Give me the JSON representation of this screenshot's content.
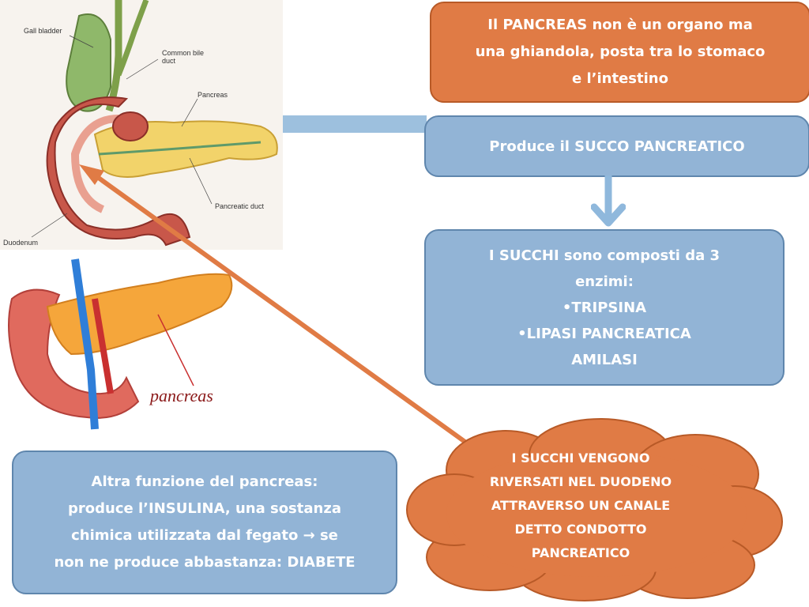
{
  "top_box": {
    "lines": [
      "Il PANCREAS non è un organo ma",
      "una ghiandola, posta tra lo stomaco",
      "e l’intestino"
    ]
  },
  "second_box": {
    "text": "Produce il SUCCO PANCREATICO"
  },
  "enzymes_box": {
    "lines": [
      "I SUCCHI sono composti da 3",
      "enzimi:",
      "•TRIPSINA",
      "•LIPASI PANCREATICA",
      "AMILASI"
    ]
  },
  "cloud": {
    "lines": [
      "I SUCCHI VENGONO",
      "RIVERSATI NEL DUODENO",
      "ATTRAVERSO UN CANALE",
      "DETTO CONDOTTO",
      "PANCREATICO"
    ]
  },
  "insulin_box": {
    "lines": [
      "Altra funzione del pancreas:",
      "produce l’INSULINA, una sostanza",
      "chimica utilizzata dal fegato → se",
      "non ne produce abbastanza: DIABETE"
    ]
  },
  "anatomy_labels": {
    "gall_bladder": "Gall bladder",
    "common_bile_duct_1": "Common bile",
    "common_bile_duct_2": "duct",
    "pancreas": "Pancreas",
    "pancreatic_duct": "Pancreatic duct",
    "duodenum": "Duodenum"
  },
  "pancreas_caption": "pancreas",
  "colors": {
    "orange_box": "#e07b45",
    "blue_box": "#92b4d6",
    "connector": "#9dc0de",
    "arrow": "#e07b45"
  },
  "icons": [
    "down-arrow-icon",
    "diagonal-arrow-icon"
  ]
}
